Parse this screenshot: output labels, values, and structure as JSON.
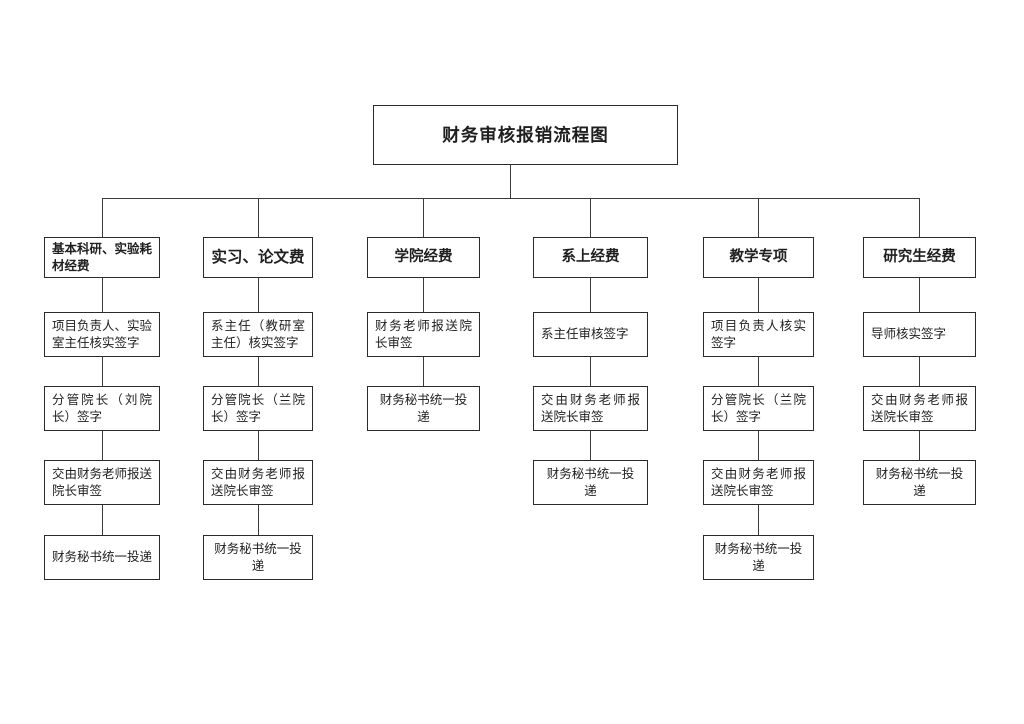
{
  "title": "财务审核报销流程图",
  "accent_colors": {
    "line": "#3a3a3a",
    "border": "#2b2b2b",
    "text": "#1f1f1f",
    "background": "#ffffff"
  },
  "columns": [
    {
      "header": {
        "label": "基本科研、实验耗材经费",
        "align": "left"
      },
      "steps": [
        {
          "label": "项目负责人、实验室主任核实签字",
          "align": "left"
        },
        {
          "label": "分管院长（刘院长）签字",
          "align": "left"
        },
        {
          "label": "交由财务老师报送院长审签",
          "align": "left"
        },
        {
          "label": "财务秘书统一投递",
          "align": "center"
        }
      ]
    },
    {
      "header": {
        "label": "实习、论文费",
        "align": "center"
      },
      "steps": [
        {
          "label": "系主任（教研室主任）核实签字",
          "align": "left"
        },
        {
          "label": "分管院长（兰院长）签字",
          "align": "left"
        },
        {
          "label": "交由财务老师报送院长审签",
          "align": "left"
        },
        {
          "label": "财务秘书统一投递",
          "align": "center"
        }
      ]
    },
    {
      "header": {
        "label": "学院经费",
        "align": "center"
      },
      "steps": [
        {
          "label": "财务老师报送院长审签",
          "align": "left"
        },
        {
          "label": "财务秘书统一投递",
          "align": "center"
        }
      ]
    },
    {
      "header": {
        "label": "系上经费",
        "align": "center"
      },
      "steps": [
        {
          "label": "系主任审核签字",
          "align": "left"
        },
        {
          "label": "交由财务老师报送院长审签",
          "align": "left"
        },
        {
          "label": "财务秘书统一投递",
          "align": "center"
        }
      ]
    },
    {
      "header": {
        "label": "教学专项",
        "align": "center"
      },
      "steps": [
        {
          "label": "项目负责人核实签字",
          "align": "left"
        },
        {
          "label": "分管院长（兰院长）签字",
          "align": "left"
        },
        {
          "label": "交由财务老师报送院长审签",
          "align": "left"
        },
        {
          "label": "财务秘书统一投递",
          "align": "center"
        }
      ]
    },
    {
      "header": {
        "label": "研究生经费",
        "align": "center"
      },
      "steps": [
        {
          "label": "导师核实签字",
          "align": "left"
        },
        {
          "label": "交由财务老师报送院长审签",
          "align": "left"
        },
        {
          "label": "财务秘书统一投递",
          "align": "center"
        }
      ]
    }
  ]
}
